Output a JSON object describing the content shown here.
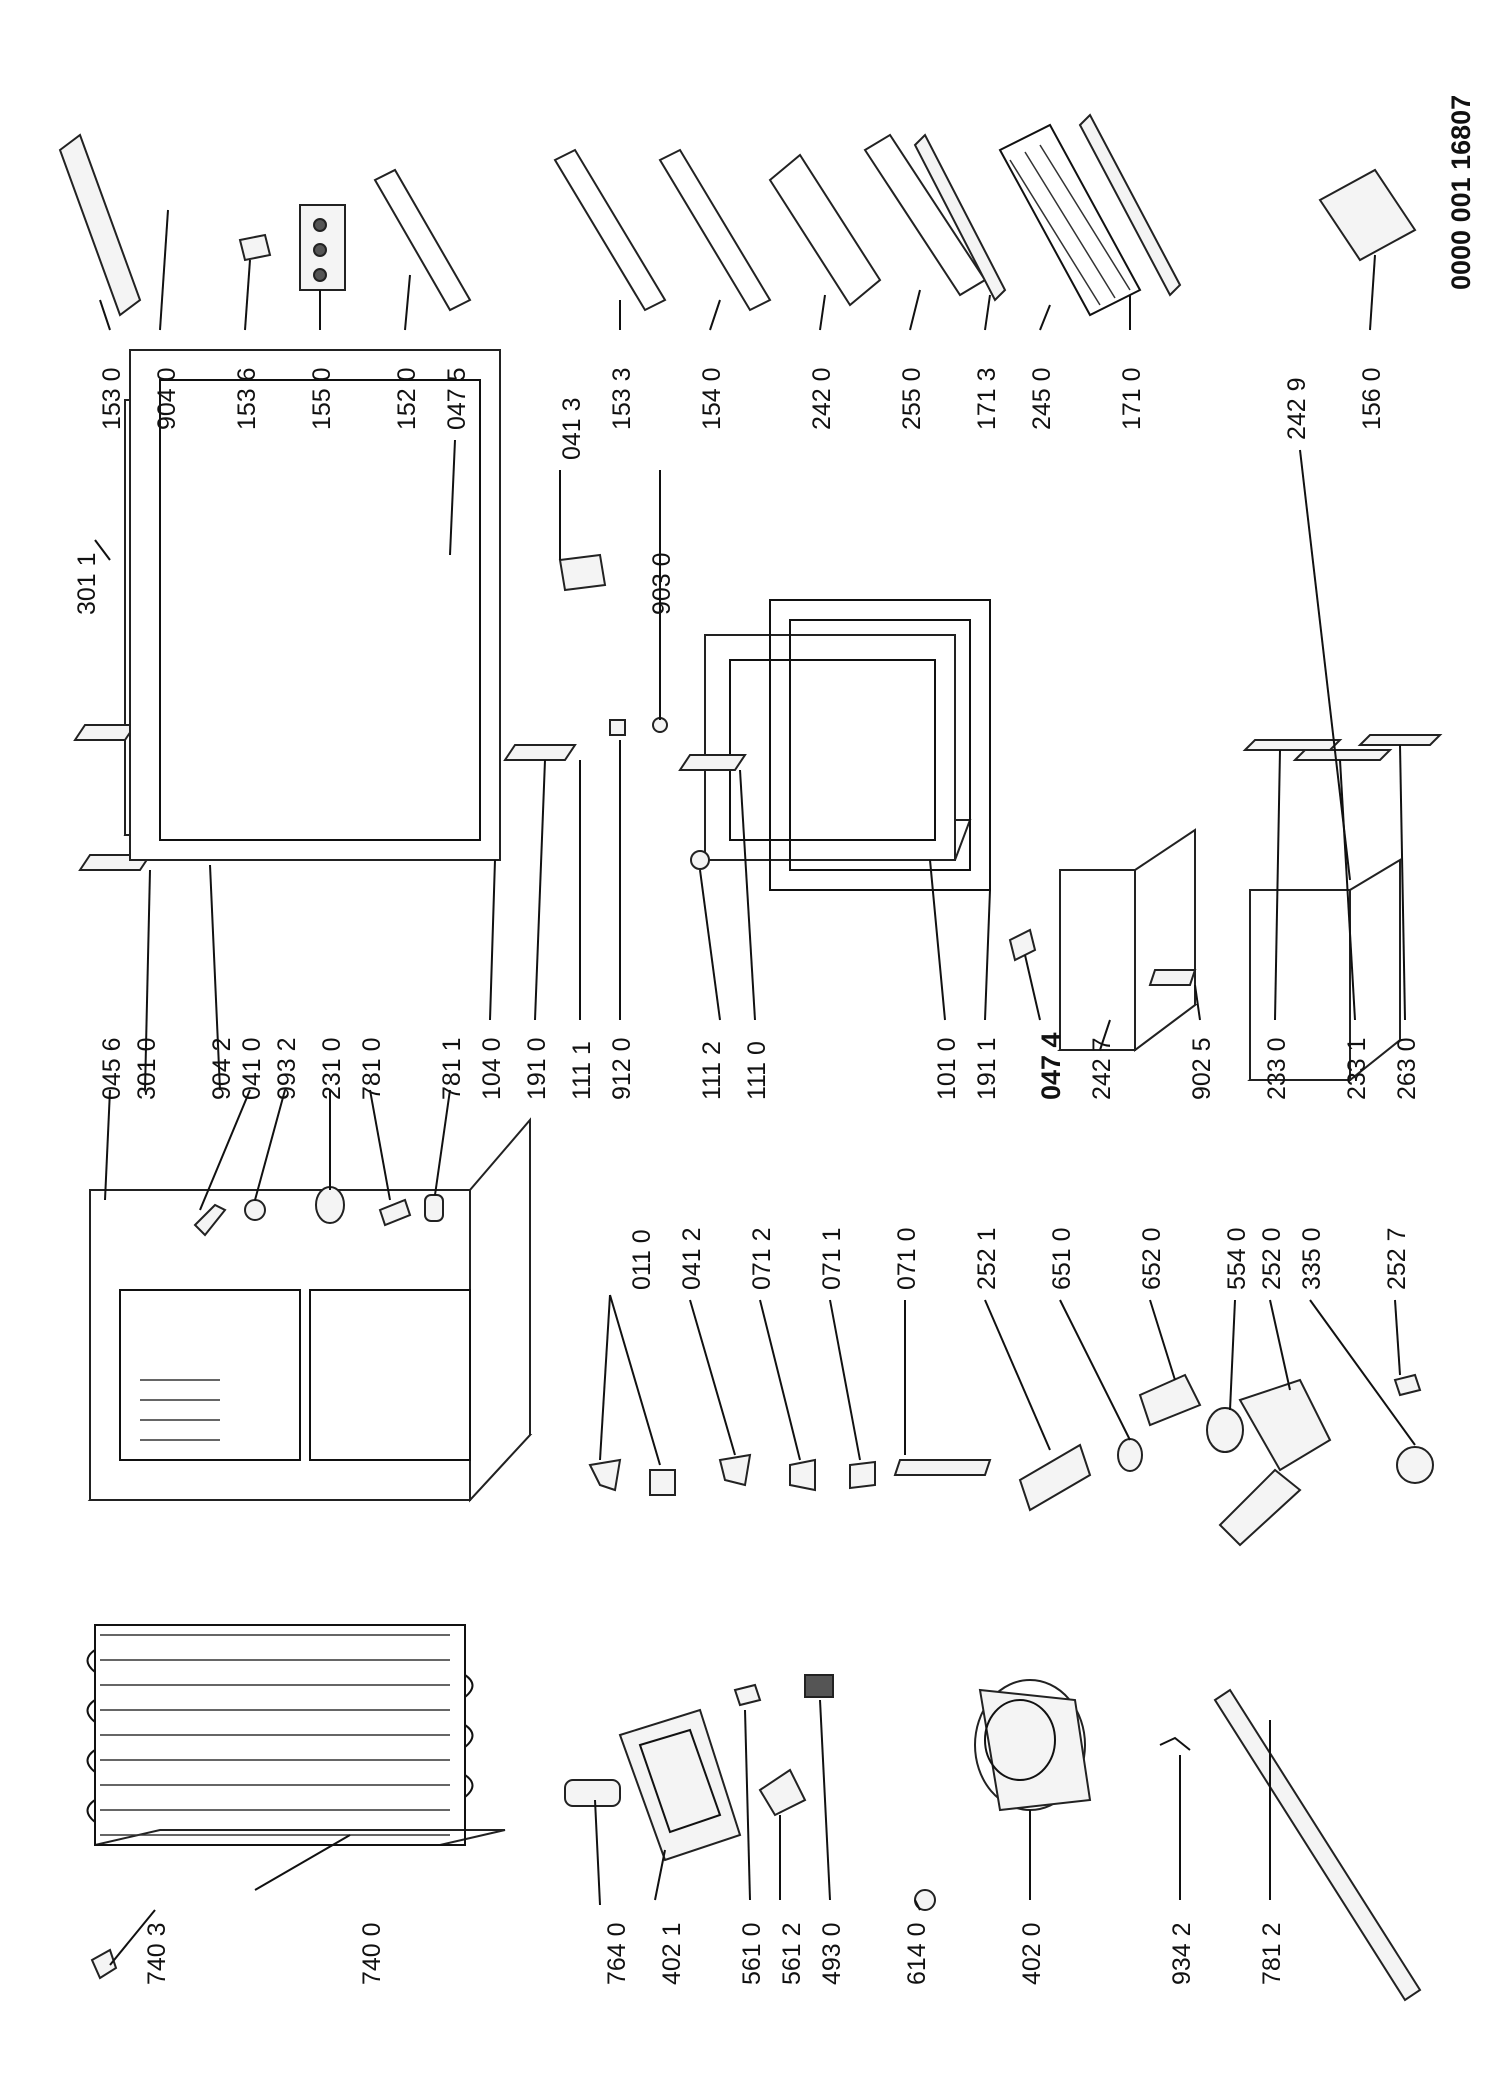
{
  "diagram": {
    "document_code": "0000 001 16807",
    "labels": {
      "l7403": "740 3",
      "l7400": "740 0",
      "l7640": "764 0",
      "l4021": "402 1",
      "l5610": "561 0",
      "l5612": "561 2",
      "l4930": "493 0",
      "l6140": "614 0",
      "l4020": "402 0",
      "l9342": "934 2",
      "l7812": "781 2",
      "l0110": "011 0",
      "l0412": "041 2",
      "l0712": "071 2",
      "l0711": "071 1",
      "l0710": "071 0",
      "l2521": "252 1",
      "l6510": "651 0",
      "l6520": "652 0",
      "l5540": "554 0",
      "l2520": "252 0",
      "l3350": "335 0",
      "l2527": "252 7",
      "l0456": "045 6",
      "l3010": "301 0",
      "l9042": "904 2",
      "l0410": "041 0",
      "l9932": "993 2",
      "l2310": "231 0",
      "l7810": "781 0",
      "l7811": "781 1",
      "l1040": "104 0",
      "l1910": "191 0",
      "l1111": "111 1",
      "l9120": "912 0",
      "l1112": "111 2",
      "l1110": "111 0",
      "l1010": "101 0",
      "l1911": "191 1",
      "l0474": "047 4",
      "l2427": "242 7",
      "l9025": "902 5",
      "l2330": "233 0",
      "l2331": "233 1",
      "l2630": "263 0",
      "l3011": "301 1",
      "l0413": "041 3",
      "l9030": "903 0",
      "l2429": "242 9",
      "l1530": "153 0",
      "l9040": "904 0",
      "l1536": "153 6",
      "l1550": "155 0",
      "l1520": "152 0",
      "l0475": "047 5",
      "l1533": "153 3",
      "l1540": "154 0",
      "l2420": "242 0",
      "l2550": "255 0",
      "l1713": "171 3",
      "l2450": "245 0",
      "l1710": "171 0",
      "l1560": "156 0"
    }
  }
}
